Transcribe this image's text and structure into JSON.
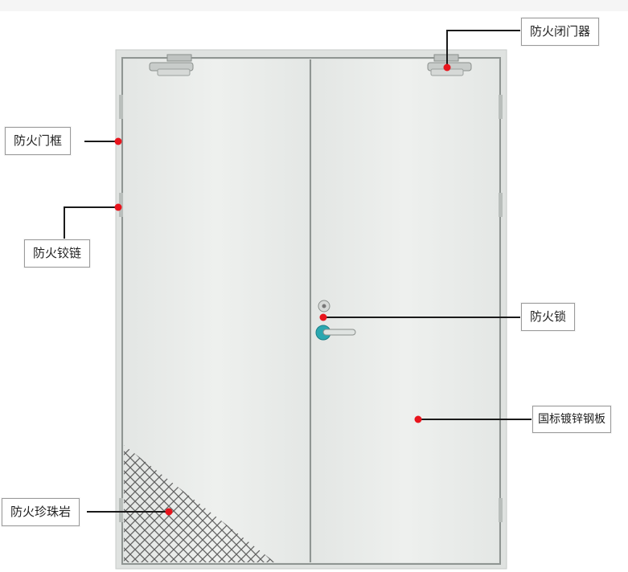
{
  "colors": {
    "door_panel": "#e9ecea",
    "frame": "#dfe2e0",
    "frame_edge": "#8f9592",
    "marker": "#e8141c",
    "leader": "#1a1a1a",
    "handle": "#2aa7b0",
    "mesh": "#4a4a4a"
  },
  "labels": {
    "closer": "防火闭门器",
    "frame": "防火门框",
    "hinge": "防火铰链",
    "lock": "防火锁",
    "steel": "国标镀锌钢板",
    "core": "防火珍珠岩"
  },
  "icons": {
    "closer": "door-closer-icon",
    "handle": "lever-handle-icon",
    "keyhole": "lock-cylinder-icon"
  }
}
